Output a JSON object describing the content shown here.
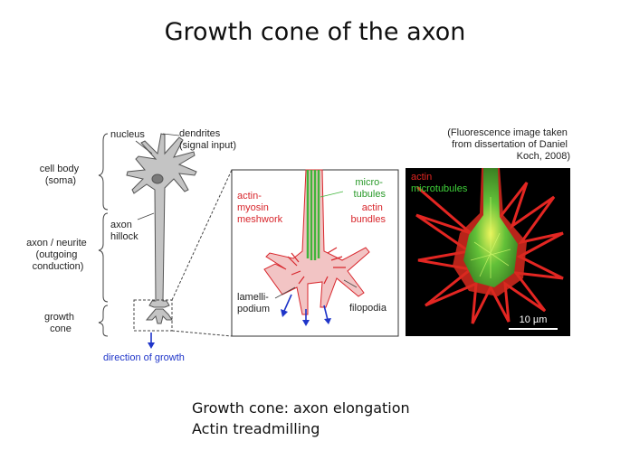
{
  "title": "Growth cone of the axon",
  "figure": {
    "left_labels": {
      "cell_body": [
        "cell body",
        "(soma)"
      ],
      "axon": [
        "axon / neurite",
        "(outgoing",
        "conduction)"
      ],
      "growth_cone": [
        "growth",
        "cone"
      ]
    },
    "neuron_labels": {
      "nucleus": "nucleus",
      "dendrites": [
        "dendrites",
        "(signal input)"
      ],
      "axon_hillock": [
        "axon",
        "hillock"
      ],
      "direction": "direction of growth"
    },
    "zoom_labels": {
      "microtubules": [
        "micro-",
        "tubules"
      ],
      "actin_myosin": [
        "actin-",
        "myosin",
        "meshwork"
      ],
      "actin_bundles": [
        "actin",
        "bundles"
      ],
      "lamellipodium": [
        "lamelli-",
        "podium"
      ],
      "filopodia": "filopodia"
    },
    "fluorescence": {
      "credit": [
        "(Fluorescence image taken",
        "from dissertation of Daniel",
        "Koch, 2008)"
      ],
      "legend_actin": "actin",
      "legend_microtubules": "microtubules",
      "scale_bar": "10 µm"
    }
  },
  "caption": [
    "Growth cone: axon elongation",
    "Actin treadmilling"
  ],
  "colors": {
    "actin": "#e32622",
    "microtubules": "#3fb53a",
    "direction_arrow": "#1f35c9",
    "neuron_fill": "#c4c4c4"
  }
}
